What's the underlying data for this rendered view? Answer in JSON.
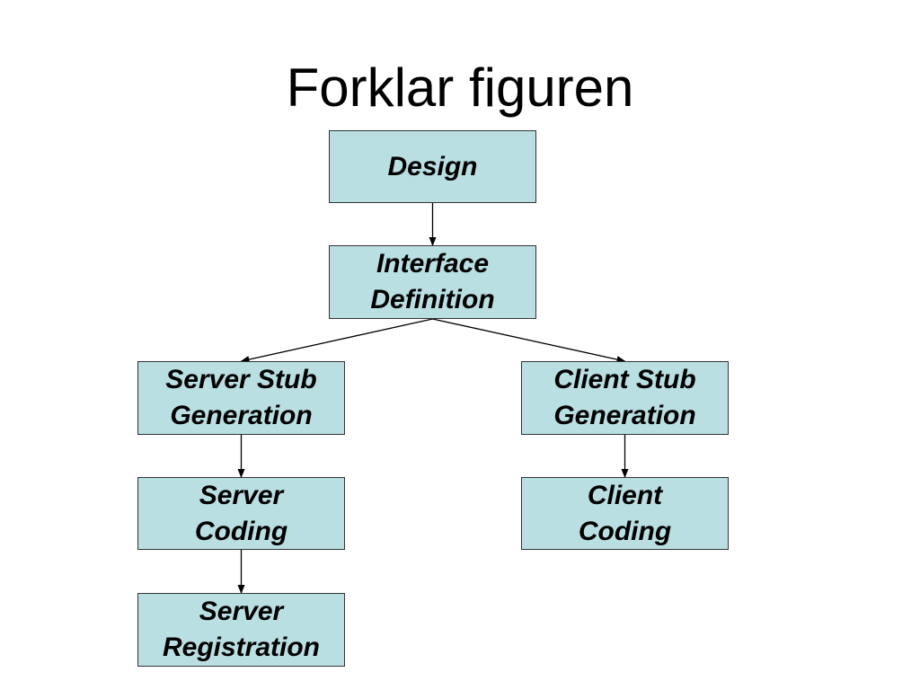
{
  "title": "Forklar figuren",
  "nodes": {
    "design": "Design",
    "interface_definition": "Interface\nDefinition",
    "server_stub_generation": "Server Stub\nGeneration",
    "client_stub_generation": "Client Stub\nGeneration",
    "server_coding": "Server\nCoding",
    "client_coding": "Client\nCoding",
    "server_registration": "Server\nRegistration"
  },
  "edges": [
    {
      "from": "design",
      "to": "interface_definition"
    },
    {
      "from": "interface_definition",
      "to": "server_stub_generation"
    },
    {
      "from": "interface_definition",
      "to": "client_stub_generation"
    },
    {
      "from": "server_stub_generation",
      "to": "server_coding"
    },
    {
      "from": "server_coding",
      "to": "server_registration"
    },
    {
      "from": "client_stub_generation",
      "to": "client_coding"
    }
  ],
  "colors": {
    "box_fill": "#b9dfe2",
    "box_border": "#333333",
    "connector": "#000000"
  }
}
